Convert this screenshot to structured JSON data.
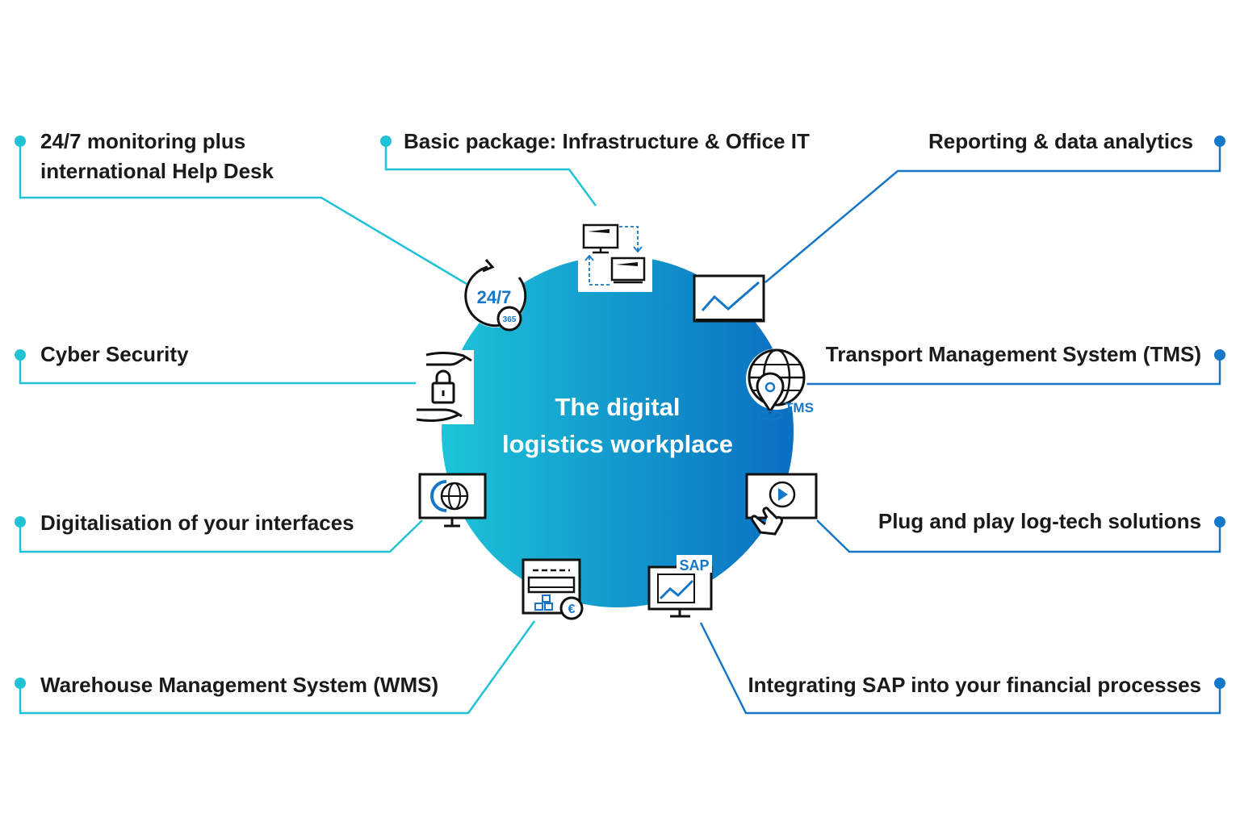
{
  "center": {
    "line1": "The digital",
    "line2": "logistics workplace"
  },
  "labels": {
    "monitoring_line1": "24/7 monitoring plus",
    "monitoring_line2": "international Help Desk",
    "basic_package": "Basic package: Infrastructure & Office IT",
    "reporting": "Reporting & data analytics",
    "cyber_security": "Cyber Security",
    "tms": "Transport Management System (TMS)",
    "digitalisation": "Digitalisation of your interfaces",
    "plug_and_play": "Plug and play log-tech solutions",
    "wms": "Warehouse Management System (WMS)",
    "sap_integration": "Integrating SAP into your financial processes"
  },
  "icon_text": {
    "badge_247": "24/7",
    "badge_365": "365",
    "tms": "TMS",
    "sap": "SAP",
    "euro": "€"
  },
  "colors": {
    "gradient_start": "#1cc4d8",
    "gradient_end": "#0a6fc2",
    "line_cyan": "#22c2d6",
    "line_blue": "#1677c8",
    "icon_stroke": "#111111",
    "icon_accent": "#1677c8"
  }
}
